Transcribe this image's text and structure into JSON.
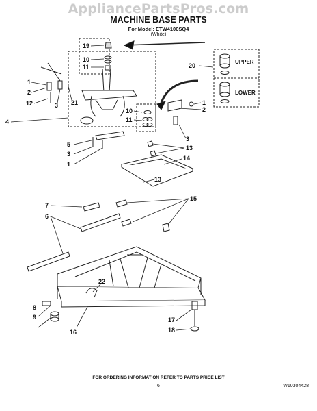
{
  "watermark": "AppliancePartsPros.com",
  "title": "MACHINE BASE PARTS",
  "model_line": "For Model: ETW4100SQ4",
  "color_line": "(White)",
  "callouts": {
    "c1a": "1",
    "c1b": "1",
    "c1c": "1",
    "c2a": "2",
    "c2b": "2",
    "c3a": "3",
    "c3b": "3",
    "c3c": "3",
    "c4": "4",
    "c5": "5",
    "c6": "6",
    "c7": "7",
    "c8": "8",
    "c9": "9",
    "c10a": "10",
    "c10b": "10",
    "c11a": "11",
    "c11b": "11",
    "c12": "12",
    "c13a": "13",
    "c13b": "13",
    "c14": "14",
    "c15": "15",
    "c16": "16",
    "c17": "17",
    "c18": "18",
    "c19": "19",
    "c20": "20",
    "c21": "21",
    "c22": "22"
  },
  "inset_labels": {
    "upper": "UPPER",
    "lower": "LOWER"
  },
  "footer": "FOR ORDERING INFORMATION REFER TO PARTS PRICE LIST",
  "page_number": "6",
  "doc_number": "W10304428"
}
